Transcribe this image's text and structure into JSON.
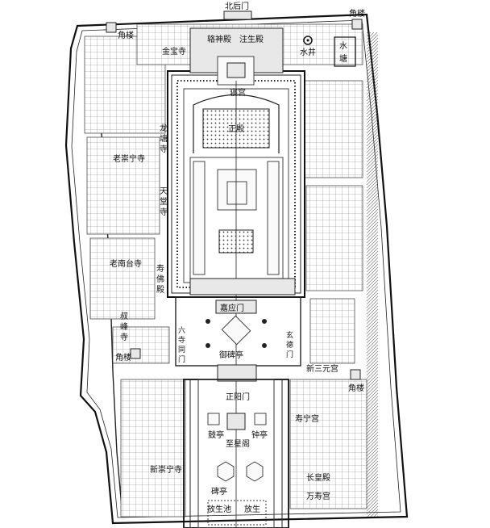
{
  "labels": {
    "north_gate": "北后门",
    "corner_tower_nw": "角楼",
    "corner_tower_ne": "角楼",
    "corner_tower_w": "角楼",
    "corner_tower_e": "角楼",
    "jinbao_temple": "金宝寺",
    "fuzhen_hall": "辂神殿",
    "zhusheng_hall": "注生殿",
    "water_well": "水井",
    "water_pond": "水塘",
    "sleeping_palace": "寝宫",
    "main_hall": "正殿",
    "longtan_temple": "龙塘寺",
    "laoshu_temple": "老崇宁寺",
    "tiantang_temple": "天堂寺",
    "laonan_platform": "老南台寺",
    "shoufo_hall": "寿佛殿",
    "shuangfeng_temple": "叔峰寺",
    "jiaying_gate": "嘉应门",
    "yubei_pavilion": "御碑亭",
    "liusi_gate": "六寺同门",
    "xuande_gate": "玄德门",
    "xinsanyuan_palace": "新三元宫",
    "zhengyang_gate": "正阳门",
    "shouning_palace": "寿宁宫",
    "drum_pavilion": "鼓亭",
    "bell_pavilion": "钟亭",
    "zhiguan_hall": "至星阁",
    "xinchongning_temple": "新崇宁寺",
    "changhuang_hall": "长皇殿",
    "stele_pavilion": "碑亭",
    "wanshou_palace": "万寿宫",
    "fangsheng_pond": "放生池",
    "fangsheng_pond_2": "放生"
  },
  "colors": {
    "ink": "#111111",
    "paper": "#ffffff"
  }
}
